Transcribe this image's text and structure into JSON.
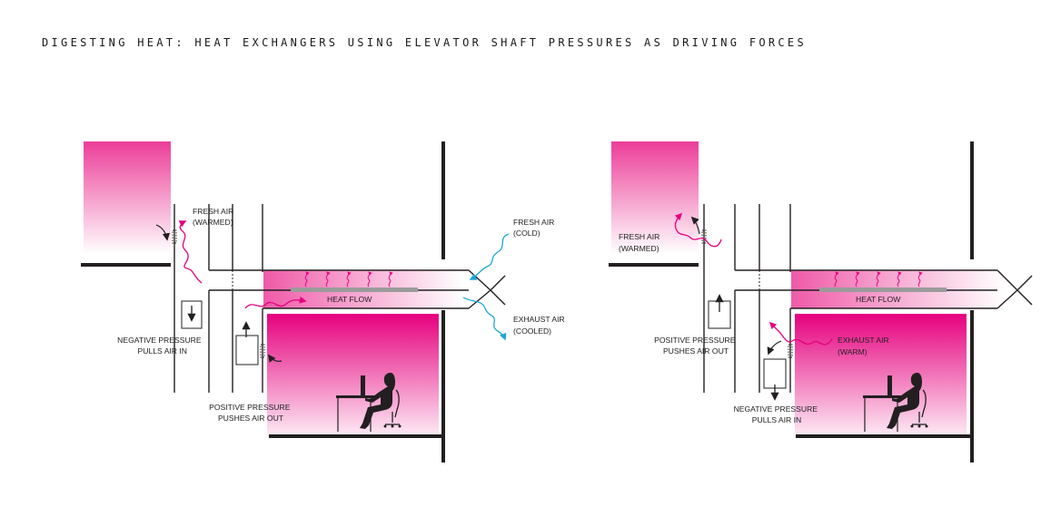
{
  "title": "DIGESTING HEAT: HEAT EXCHANGERS USING ELEVATOR SHAFT PRESSURES AS DRIVING FORCES",
  "colors": {
    "magenta": "#e6007e",
    "cyan": "#1aa7d6",
    "wall": "#231f20",
    "pink_fill": "#ec4a9e"
  },
  "left_panel": {
    "fresh_air_warmed": [
      "FRESH AIR",
      "(WARMED)"
    ],
    "fresh_air_cold": [
      "FRESH AIR",
      "(COLD)"
    ],
    "heat_flow": "HEAT FLOW",
    "exhaust_air_cooled": [
      "EXHAUST AIR",
      "(COOLED)"
    ],
    "negative_pressure": [
      "NEGATIVE PRESSURE",
      "PULLS AIR IN"
    ],
    "positive_pressure": [
      "POSITIVE PRESSURE",
      "PUSHES AIR OUT"
    ]
  },
  "right_panel": {
    "fresh_air_warmed": [
      "FRESH AIR",
      "(WARMED)"
    ],
    "heat_flow": "HEAT FLOW",
    "exhaust_air_warm": [
      "EXHAUST AIR",
      "(WARM)"
    ],
    "positive_pressure": [
      "POSITIVE PRESSURE",
      "PUSHES AIR OUT"
    ],
    "negative_pressure": [
      "NEGATIVE PRESSURE",
      "PULLS AIR IN"
    ]
  }
}
